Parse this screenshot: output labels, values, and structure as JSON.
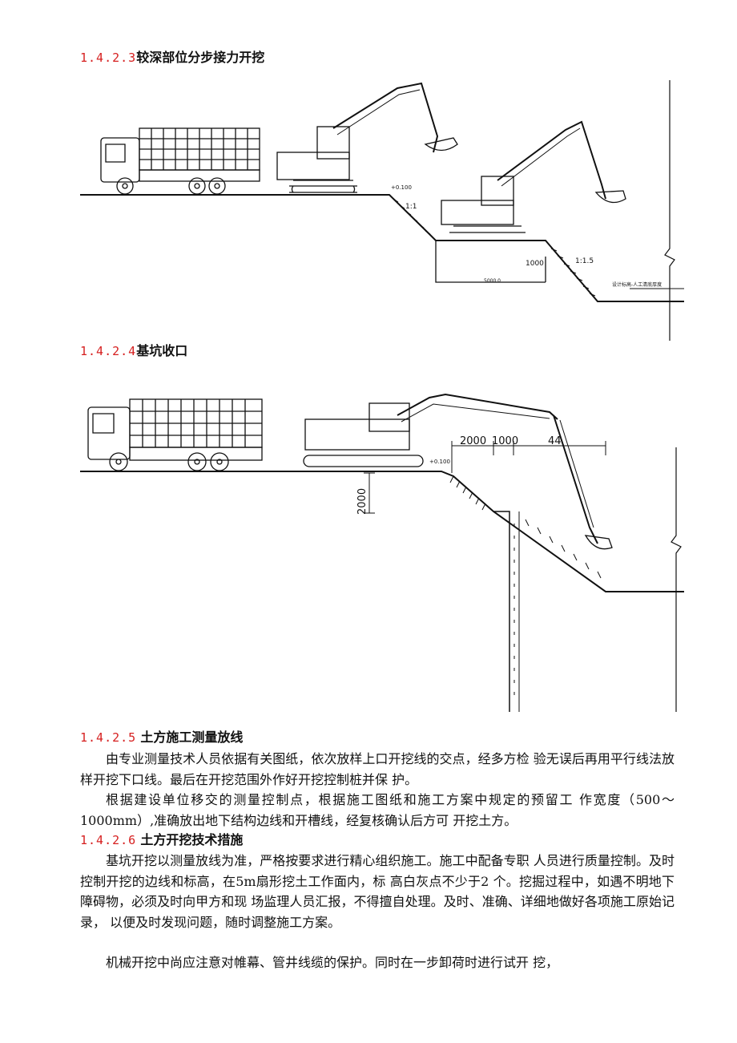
{
  "section1": {
    "number": "1.4.2.3",
    "title": "较深部位分步接力开挖"
  },
  "figure1": {
    "labels": {
      "elev_top": "+0.100",
      "slope_upper": "1:1",
      "depth": "1000",
      "slope_lower": "1:1.5",
      "width": "5000.0",
      "note": "设计标高-人工清底厚度"
    }
  },
  "section2": {
    "number": "1.4.2.4",
    "title": "基坑收口"
  },
  "figure2": {
    "labels": {
      "dim1": "2000",
      "dim2": "1000",
      "dim3": "44",
      "elev": "+0.100",
      "depth": "2000"
    }
  },
  "section3": {
    "number": "1.4.2.5",
    "title": "土方施工测量放线",
    "paragraphs": [
      "由专业测量技术人员依据有关图纸，依次放样上口开挖线的交点，经多方检 验无误后再用平行线法放样开挖下口线。最后在开挖范围外作好开挖控制桩并保 护。",
      "根据建设单位移交的测量控制点，根据施工图纸和施工方案中规定的预留工 作宽度（500～1000mm）,准确放出地下结构边线和开槽线，经复核确认后方可 开挖土方。"
    ]
  },
  "section4": {
    "number": "1.4.2.6",
    "title": "土方开挖技术措施",
    "paragraphs": [
      "基坑开挖以测量放线为准，严格按要求进行精心组织施工。施工中配备专职 人员进行质量控制。及时控制开挖的边线和标高，在5m扇形挖土工作面内，标 高白灰点不少于2 个。挖掘过程中，如遇不明地下障碍物，必须及时向甲方和现 场监理人员汇报，不得擅自处理。及时、准确、详细地做好各项施工原始记录， 以便及时发现问题，随时调整施工方案。",
      "机械开挖中尚应注意对帷幕、管井线缆的保护。同时在一步卸荷时进行试开 挖，"
    ]
  }
}
